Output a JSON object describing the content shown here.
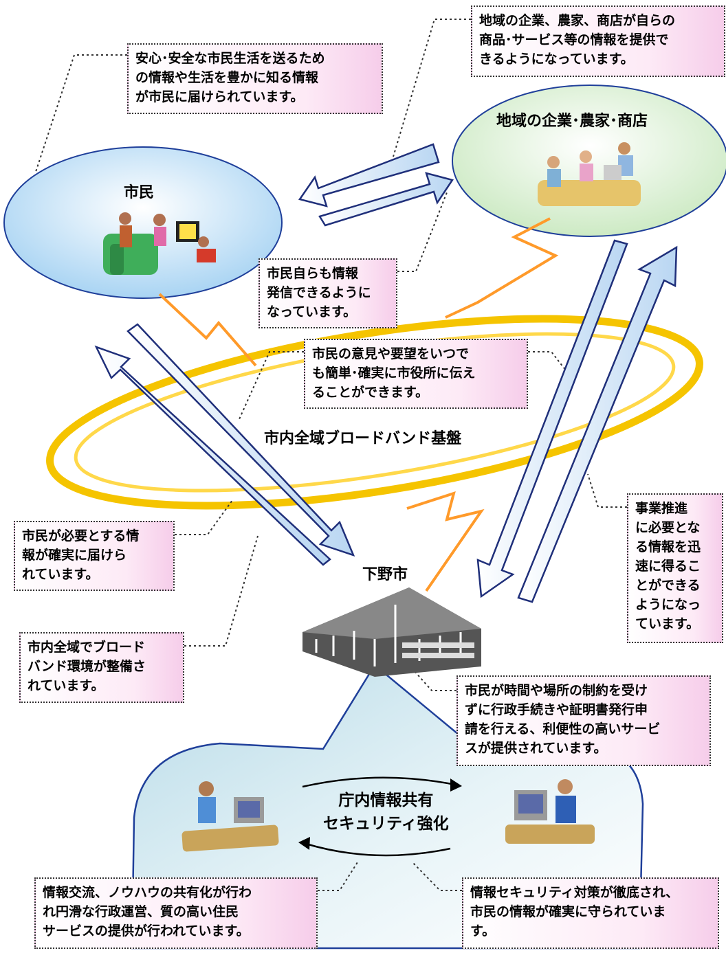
{
  "nodes": {
    "citizens": "市民",
    "local_business": "地域の企業･農家･商店",
    "city": "下野市",
    "broadband": "市内全域ブロードバンド基盤",
    "office_center": "庁内情報共有\nセキュリティ強化"
  },
  "notes": {
    "safety_info": "安心･安全な市民生活を送るため\nの情報や生活を豊かに知る情報\nが市民に届けられています。",
    "business_provide": "地域の企業、農家、商店が自らの\n商品･サービス等の情報を提供で\nきるようになっています。",
    "citizen_send": "市民自らも情報\n発信できるように\nなっています。",
    "opinions": "市民の意見や要望をいつで\nも簡単･確実に市役所に伝え\nることができます。",
    "needed_info": "市民が必要とする情\n報が確実に届けら\nれています。",
    "business_info": "事業推進\nに必要とな\nる情報を迅\n速に得るこ\nとができる\nようになっ\nています。",
    "broadband_env": "市内全域でブロード\nバンド環境が整備さ\nれています。",
    "convenient_service": "市民が時間や場所の制約を受け\nずに行政手続きや証明書発行申\n請を行える、利便性の高いサービ\nスが提供されています。",
    "knowhow": "情報交流、ノウハウの共有化が行わ\nれ円滑な行政運営、質の高い住民\nサービスの提供が行われています。",
    "security": "情報セキュリティ対策が徹底され、\n市民の情報が確実に守られていま\nす。"
  },
  "colors": {
    "citizen_ellipse": "#b9dff6",
    "business_ellipse": "#d8f0d2",
    "ring": "#f5c400",
    "arrow_fill": "#cfe3f8",
    "arrow_stroke": "#1f2f7a",
    "lightning": "#ff9a2a",
    "office_bubble": "#cde6ef"
  }
}
